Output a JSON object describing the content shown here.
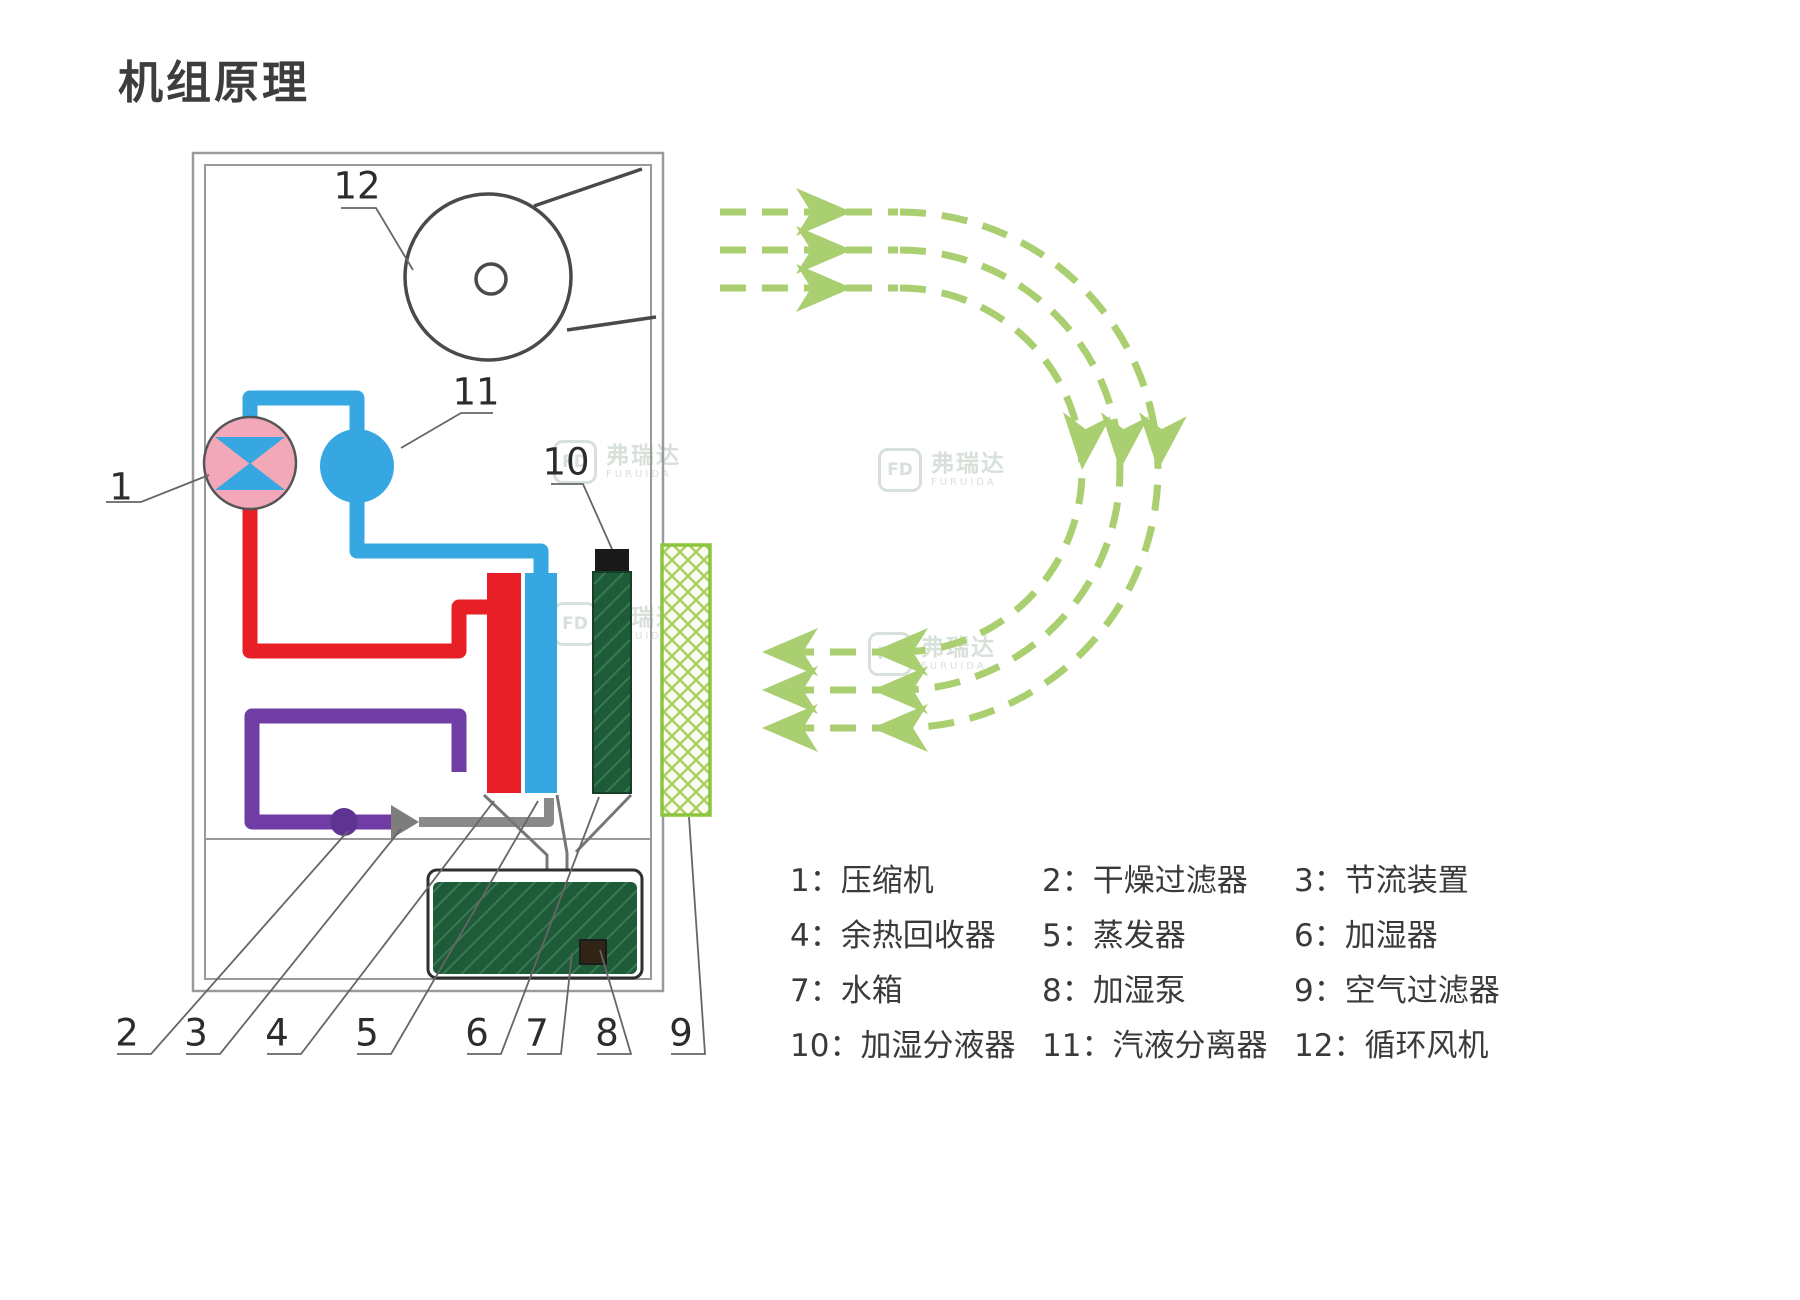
{
  "title": "机组原理",
  "diagram": {
    "numbers": {
      "n1": "1",
      "n2": "2",
      "n3": "3",
      "n4": "4",
      "n5": "5",
      "n6": "6",
      "n7": "7",
      "n8": "8",
      "n9": "9",
      "n10": "10",
      "n11": "11",
      "n12": "12"
    }
  },
  "legend": {
    "items": [
      "1：压缩机",
      "2：干燥过滤器",
      "3：节流装置",
      "4：余热回收器",
      "5：蒸发器",
      "6：加湿器",
      "7：水箱",
      "8：加湿泵",
      "9：空气过滤器",
      "10：加湿分液器",
      "11：汽液分离器",
      "12：循环风机"
    ]
  },
  "watermark": {
    "logo": "FD",
    "brand": "弗瑞达",
    "sub": "FURUIDA"
  },
  "colors": {
    "accent_blue": "#36a7e0",
    "accent_red": "#e81f26",
    "accent_purple": "#6f3da3",
    "accent_pink": "#f2a8b8",
    "dark_green": "#1e5b39",
    "filter_green": "#8cc63e",
    "airflow_green": "#a9cf70"
  }
}
